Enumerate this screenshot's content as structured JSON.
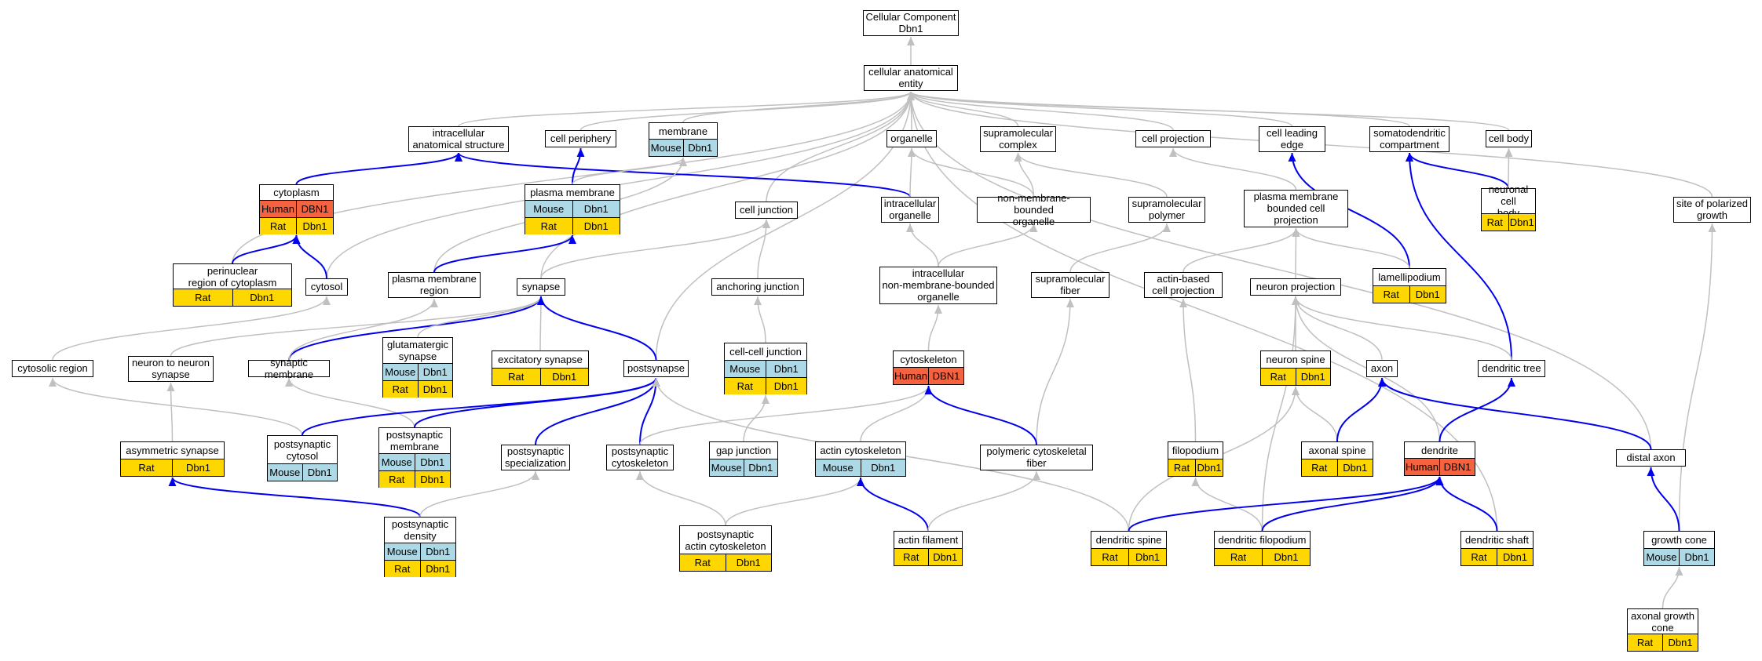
{
  "colors": {
    "rat": "#ffd700",
    "mouse": "#add8e6",
    "human": "#f4623f",
    "gray_edge": "#c0c0c0",
    "blue_edge": "#0000ee"
  },
  "nodes": {
    "root": {
      "label": "Cellular Component\nDbn1",
      "rows": []
    },
    "cae": {
      "label": "cellular anatomical\nentity",
      "rows": []
    },
    "ias": {
      "label": "intracellular\nanatomical structure",
      "rows": []
    },
    "cper": {
      "label": "cell periphery",
      "rows": []
    },
    "memb": {
      "label": "membrane",
      "rows": [
        [
          [
            "Mouse",
            "mouse"
          ],
          [
            "Dbn1",
            "mouse"
          ]
        ]
      ]
    },
    "org": {
      "label": "organelle",
      "rows": []
    },
    "smc": {
      "label": "supramolecular\ncomplex",
      "rows": []
    },
    "cproj": {
      "label": "cell projection",
      "rows": []
    },
    "cle": {
      "label": "cell leading\nedge",
      "rows": []
    },
    "sdc": {
      "label": "somatodendritic\ncompartment",
      "rows": []
    },
    "cbody": {
      "label": "cell body",
      "rows": []
    },
    "cyto": {
      "label": "cytoplasm",
      "rows": [
        [
          [
            "Human",
            "human"
          ],
          [
            "DBN1",
            "human"
          ]
        ],
        [
          [
            "Rat",
            "rat"
          ],
          [
            "Dbn1",
            "rat"
          ]
        ]
      ]
    },
    "pm": {
      "label": "plasma membrane",
      "rows": [
        [
          [
            "Mouse",
            "mouse"
          ],
          [
            "Dbn1",
            "mouse"
          ]
        ],
        [
          [
            "Rat",
            "rat"
          ],
          [
            "Dbn1",
            "rat"
          ]
        ]
      ]
    },
    "cj": {
      "label": "cell junction",
      "rows": []
    },
    "io": {
      "label": "intracellular\norganelle",
      "rows": []
    },
    "nmbo": {
      "label": "non-membrane-bounded\norganelle",
      "rows": []
    },
    "smp": {
      "label": "supramolecular\npolymer",
      "rows": []
    },
    "pmbcp": {
      "label": "plasma membrane\nbounded cell\nprojection",
      "rows": []
    },
    "ncb": {
      "label": "neuronal cell\nbody",
      "rows": [
        [
          [
            "Rat",
            "rat"
          ],
          [
            "Dbn1",
            "rat"
          ]
        ]
      ]
    },
    "spg": {
      "label": "site of polarized\ngrowth",
      "rows": []
    },
    "prc": {
      "label": "perinuclear\nregion of cytoplasm",
      "rows": [
        [
          [
            "Rat",
            "rat"
          ],
          [
            "Dbn1",
            "rat"
          ]
        ]
      ]
    },
    "cytosol": {
      "label": "cytosol",
      "rows": []
    },
    "pmr": {
      "label": "plasma membrane\nregion",
      "rows": []
    },
    "syn": {
      "label": "synapse",
      "rows": []
    },
    "aj": {
      "label": "anchoring junction",
      "rows": []
    },
    "inmbo": {
      "label": "intracellular\nnon-membrane-bounded\norganelle",
      "rows": []
    },
    "smf": {
      "label": "supramolecular\nfiber",
      "rows": []
    },
    "abcp": {
      "label": "actin-based\ncell projection",
      "rows": []
    },
    "np": {
      "label": "neuron projection",
      "rows": []
    },
    "lam": {
      "label": "lamellipodium",
      "rows": [
        [
          [
            "Rat",
            "rat"
          ],
          [
            "Dbn1",
            "rat"
          ]
        ]
      ]
    },
    "csr": {
      "label": "cytosolic region",
      "rows": []
    },
    "nns": {
      "label": "neuron to neuron\nsynapse",
      "rows": []
    },
    "synm": {
      "label": "synaptic membrane",
      "rows": []
    },
    "glus": {
      "label": "glutamatergic\nsynapse",
      "rows": [
        [
          [
            "Mouse",
            "mouse"
          ],
          [
            "Dbn1",
            "mouse"
          ]
        ],
        [
          [
            "Rat",
            "rat"
          ],
          [
            "Dbn1",
            "rat"
          ]
        ]
      ]
    },
    "exs": {
      "label": "excitatory synapse",
      "rows": [
        [
          [
            "Rat",
            "rat"
          ],
          [
            "Dbn1",
            "rat"
          ]
        ]
      ]
    },
    "posts": {
      "label": "postsynapse",
      "rows": []
    },
    "ccj": {
      "label": "cell-cell junction",
      "rows": [
        [
          [
            "Mouse",
            "mouse"
          ],
          [
            "Dbn1",
            "mouse"
          ]
        ],
        [
          [
            "Rat",
            "rat"
          ],
          [
            "Dbn1",
            "rat"
          ]
        ]
      ]
    },
    "csk": {
      "label": "cytoskeleton",
      "rows": [
        [
          [
            "Human",
            "human"
          ],
          [
            "DBN1",
            "human"
          ]
        ]
      ]
    },
    "nsp": {
      "label": "neuron spine",
      "rows": [
        [
          [
            "Rat",
            "rat"
          ],
          [
            "Dbn1",
            "rat"
          ]
        ]
      ]
    },
    "axon": {
      "label": "axon",
      "rows": []
    },
    "dtree": {
      "label": "dendritic tree",
      "rows": []
    },
    "asyn": {
      "label": "asymmetric synapse",
      "rows": [
        [
          [
            "Rat",
            "rat"
          ],
          [
            "Dbn1",
            "rat"
          ]
        ]
      ]
    },
    "pcyt": {
      "label": "postsynaptic\ncytosol",
      "rows": [
        [
          [
            "Mouse",
            "mouse"
          ],
          [
            "Dbn1",
            "mouse"
          ]
        ]
      ]
    },
    "psm": {
      "label": "postsynaptic\nmembrane",
      "rows": [
        [
          [
            "Mouse",
            "mouse"
          ],
          [
            "Dbn1",
            "mouse"
          ]
        ],
        [
          [
            "Rat",
            "rat"
          ],
          [
            "Dbn1",
            "rat"
          ]
        ]
      ]
    },
    "pspec": {
      "label": "postsynaptic\nspecialization",
      "rows": []
    },
    "pcsk": {
      "label": "postsynaptic\ncytoskeleton",
      "rows": []
    },
    "gj": {
      "label": "gap junction",
      "rows": [
        [
          [
            "Mouse",
            "mouse"
          ],
          [
            "Dbn1",
            "mouse"
          ]
        ]
      ]
    },
    "acsk": {
      "label": "actin cytoskeleton",
      "rows": [
        [
          [
            "Mouse",
            "mouse"
          ],
          [
            "Dbn1",
            "mouse"
          ]
        ]
      ]
    },
    "pcf": {
      "label": "polymeric cytoskeletal\nfiber",
      "rows": []
    },
    "filo": {
      "label": "filopodium",
      "rows": [
        [
          [
            "Rat",
            "rat"
          ],
          [
            "Dbn1",
            "rat"
          ]
        ]
      ]
    },
    "axsp": {
      "label": "axonal spine",
      "rows": [
        [
          [
            "Rat",
            "rat"
          ],
          [
            "Dbn1",
            "rat"
          ]
        ]
      ]
    },
    "dend": {
      "label": "dendrite",
      "rows": [
        [
          [
            "Human",
            "human"
          ],
          [
            "DBN1",
            "human"
          ]
        ]
      ]
    },
    "dax": {
      "label": "distal axon",
      "rows": []
    },
    "psd": {
      "label": "postsynaptic\ndensity",
      "rows": [
        [
          [
            "Mouse",
            "mouse"
          ],
          [
            "Dbn1",
            "mouse"
          ]
        ],
        [
          [
            "Rat",
            "rat"
          ],
          [
            "Dbn1",
            "rat"
          ]
        ]
      ]
    },
    "pacsk": {
      "label": "postsynaptic\nactin cytoskeleton",
      "rows": [
        [
          [
            "Rat",
            "rat"
          ],
          [
            "Dbn1",
            "rat"
          ]
        ]
      ]
    },
    "af": {
      "label": "actin filament",
      "rows": [
        [
          [
            "Rat",
            "rat"
          ],
          [
            "Dbn1",
            "rat"
          ]
        ]
      ]
    },
    "dsp": {
      "label": "dendritic spine",
      "rows": [
        [
          [
            "Rat",
            "rat"
          ],
          [
            "Dbn1",
            "rat"
          ]
        ]
      ]
    },
    "dfilo": {
      "label": "dendritic filopodium",
      "rows": [
        [
          [
            "Rat",
            "rat"
          ],
          [
            "Dbn1",
            "rat"
          ]
        ]
      ]
    },
    "dshaft": {
      "label": "dendritic shaft",
      "rows": [
        [
          [
            "Rat",
            "rat"
          ],
          [
            "Dbn1",
            "rat"
          ]
        ]
      ]
    },
    "gcone": {
      "label": "growth cone",
      "rows": [
        [
          [
            "Mouse",
            "mouse"
          ],
          [
            "Dbn1",
            "mouse"
          ]
        ]
      ]
    },
    "agc": {
      "label": "axonal growth\ncone",
      "rows": [
        [
          [
            "Rat",
            "rat"
          ],
          [
            "Dbn1",
            "rat"
          ]
        ]
      ]
    }
  },
  "edges": [
    [
      "cae",
      "root",
      "gray"
    ],
    [
      "ias",
      "cae",
      "gray"
    ],
    [
      "cper",
      "cae",
      "gray"
    ],
    [
      "memb",
      "cae",
      "gray"
    ],
    [
      "org",
      "cae",
      "gray"
    ],
    [
      "smc",
      "cae",
      "gray"
    ],
    [
      "cproj",
      "cae",
      "gray"
    ],
    [
      "cle",
      "cae",
      "gray"
    ],
    [
      "sdc",
      "cae",
      "gray"
    ],
    [
      "cbody",
      "cae",
      "gray"
    ],
    [
      "spg",
      "cae",
      "gray"
    ],
    [
      "cj",
      "cae",
      "gray"
    ],
    [
      "prc",
      "cae",
      "gray"
    ],
    [
      "cytosol",
      "cae",
      "gray"
    ],
    [
      "posts",
      "cae",
      "gray"
    ],
    [
      "syn",
      "cae",
      "gray"
    ],
    [
      "dax",
      "cae",
      "gray"
    ],
    [
      "dshaft",
      "cae",
      "gray"
    ],
    [
      "cyto",
      "ias",
      "blue"
    ],
    [
      "io",
      "ias",
      "blue"
    ],
    [
      "pm",
      "cper",
      "blue"
    ],
    [
      "pm",
      "memb",
      "gray"
    ],
    [
      "pmr",
      "memb",
      "gray"
    ],
    [
      "pmr",
      "pm",
      "blue"
    ],
    [
      "io",
      "org",
      "gray"
    ],
    [
      "nmbo",
      "org",
      "gray"
    ],
    [
      "nmbo",
      "smc",
      "gray"
    ],
    [
      "smp",
      "smc",
      "gray"
    ],
    [
      "pmbcp",
      "cproj",
      "gray"
    ],
    [
      "lam",
      "cle",
      "blue"
    ],
    [
      "ncb",
      "sdc",
      "blue"
    ],
    [
      "dtree",
      "sdc",
      "blue"
    ],
    [
      "ncb",
      "cbody",
      "gray"
    ],
    [
      "gcone",
      "spg",
      "gray"
    ],
    [
      "prc",
      "cyto",
      "blue"
    ],
    [
      "cytosol",
      "cyto",
      "blue"
    ],
    [
      "syn",
      "cj",
      "gray"
    ],
    [
      "aj",
      "cj",
      "gray"
    ],
    [
      "ccj",
      "aj",
      "gray"
    ],
    [
      "gj",
      "ccj",
      "gray"
    ],
    [
      "inmbo",
      "io",
      "gray"
    ],
    [
      "inmbo",
      "nmbo",
      "gray"
    ],
    [
      "smf",
      "smp",
      "gray"
    ],
    [
      "abcp",
      "pmbcp",
      "gray"
    ],
    [
      "np",
      "pmbcp",
      "gray"
    ],
    [
      "lam",
      "pmbcp",
      "gray"
    ],
    [
      "csr",
      "cytosol",
      "gray"
    ],
    [
      "nns",
      "syn",
      "gray"
    ],
    [
      "synm",
      "syn",
      "blue"
    ],
    [
      "glus",
      "syn",
      "gray"
    ],
    [
      "exs",
      "syn",
      "gray"
    ],
    [
      "posts",
      "syn",
      "blue"
    ],
    [
      "csk",
      "inmbo",
      "gray"
    ],
    [
      "pcf",
      "smf",
      "gray"
    ],
    [
      "filo",
      "abcp",
      "gray"
    ],
    [
      "nsp",
      "np",
      "gray"
    ],
    [
      "axon",
      "np",
      "gray"
    ],
    [
      "dtree",
      "np",
      "gray"
    ],
    [
      "dend",
      "np",
      "gray"
    ],
    [
      "dfilo",
      "np",
      "gray"
    ],
    [
      "synm",
      "pmr",
      "gray"
    ],
    [
      "asyn",
      "nns",
      "gray"
    ],
    [
      "pcyt",
      "csr",
      "gray"
    ],
    [
      "psm",
      "synm",
      "gray"
    ],
    [
      "pcyt",
      "posts",
      "blue"
    ],
    [
      "psm",
      "posts",
      "blue"
    ],
    [
      "pspec",
      "posts",
      "blue"
    ],
    [
      "pcsk",
      "posts",
      "blue"
    ],
    [
      "dsp",
      "posts",
      "gray"
    ],
    [
      "pcsk",
      "csk",
      "gray"
    ],
    [
      "acsk",
      "csk",
      "gray"
    ],
    [
      "pcf",
      "csk",
      "blue"
    ],
    [
      "axsp",
      "nsp",
      "gray"
    ],
    [
      "dsp",
      "nsp",
      "gray"
    ],
    [
      "axsp",
      "axon",
      "blue"
    ],
    [
      "dax",
      "axon",
      "blue"
    ],
    [
      "dend",
      "dtree",
      "blue"
    ],
    [
      "psd",
      "asyn",
      "blue"
    ],
    [
      "psd",
      "pspec",
      "gray"
    ],
    [
      "pacsk",
      "pcsk",
      "gray"
    ],
    [
      "pacsk",
      "acsk",
      "gray"
    ],
    [
      "af",
      "acsk",
      "blue"
    ],
    [
      "af",
      "pcf",
      "gray"
    ],
    [
      "dfilo",
      "filo",
      "gray"
    ],
    [
      "dsp",
      "dend",
      "blue"
    ],
    [
      "dfilo",
      "dend",
      "blue"
    ],
    [
      "dshaft",
      "dend",
      "blue"
    ],
    [
      "gcone",
      "dax",
      "blue"
    ],
    [
      "agc",
      "gcone",
      "gray"
    ]
  ]
}
